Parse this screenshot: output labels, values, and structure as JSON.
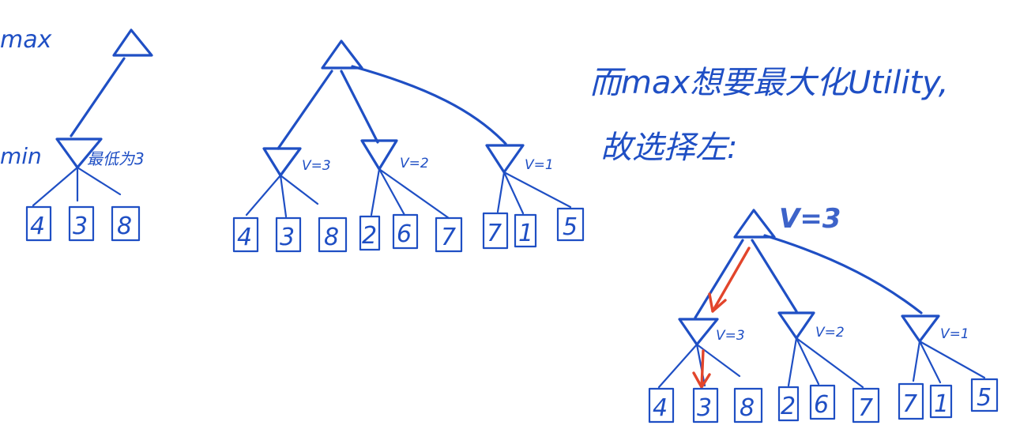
{
  "labels": {
    "max": "max",
    "min": "min",
    "min_note": "最低为3"
  },
  "tree1": {
    "leaves": [
      "4",
      "3",
      "8"
    ]
  },
  "tree2": {
    "min_values": [
      "V=3",
      "V=2",
      "V=1"
    ],
    "leaves": [
      "4",
      "3",
      "8",
      "2",
      "6",
      "7",
      "7",
      "1",
      "5"
    ]
  },
  "note": {
    "line1": "而max想要最大化Utility,",
    "line2": "故选择左:"
  },
  "tree3": {
    "root_value": "V=3",
    "min_values": [
      "V=3",
      "V=2",
      "V=1"
    ],
    "leaves": [
      "4",
      "3",
      "8",
      "2",
      "6",
      "7",
      "7",
      "1",
      "5"
    ]
  },
  "colors": {
    "ink": "#1f4fc4",
    "highlight": "#e2452b"
  }
}
